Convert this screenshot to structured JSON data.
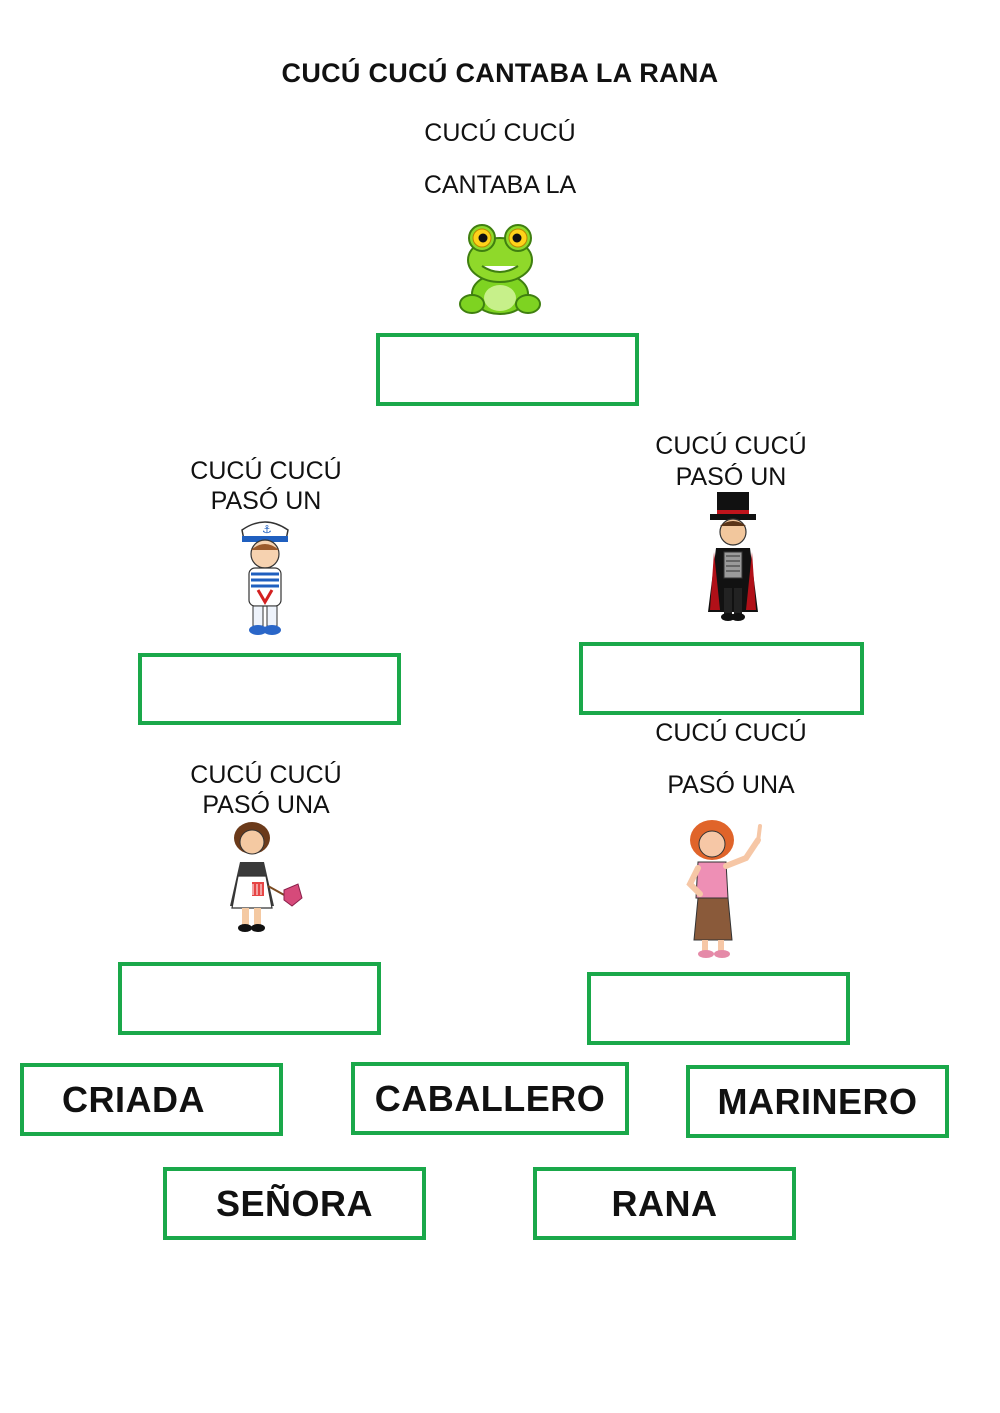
{
  "title": "CUCÚ CUCÚ CANTABA LA RANA",
  "verses": {
    "rana_1": "CUCÚ CUCÚ",
    "rana_2": "CANTABA LA",
    "marinero_1": "CUCÚ CUCÚ",
    "marinero_2": "PASÓ UN",
    "caballero_1": "CUCÚ CUCÚ",
    "caballero_2": "PASÓ UN",
    "criada_1": "CUCÚ CUCÚ",
    "criada_2": "PASÓ UNA",
    "senora_1": "CUCÚ CUCÚ",
    "senora_2": "PASÓ UNA"
  },
  "illustrations": [
    "frog",
    "sailor",
    "gentleman",
    "maid",
    "lady"
  ],
  "word_bank": [
    "CRIADA",
    "CABALLERO",
    "MARINERO",
    "SEÑORA",
    "RANA"
  ],
  "colors": {
    "box_border": "#1aa84a"
  }
}
